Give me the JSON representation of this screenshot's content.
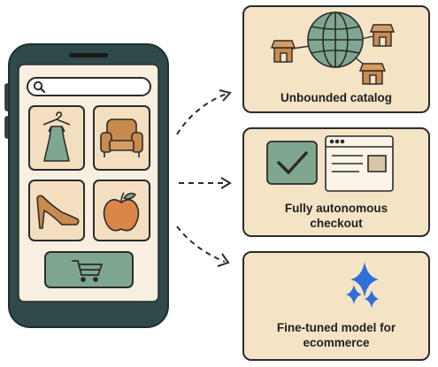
{
  "colors": {
    "phone_body": "#2f4a4a",
    "screen": "#f7efe0",
    "tile": "#f3dfbf",
    "card": "#f5e3c6",
    "accent_green": "#7fa78f",
    "accent_orange": "#c98a4e",
    "star_blue": "#2f6fd6",
    "outline": "#2b2b2b"
  },
  "phone": {
    "search_icon": "search-icon",
    "tiles": [
      {
        "icon": "dress-on-hanger-icon"
      },
      {
        "icon": "armchair-icon"
      },
      {
        "icon": "high-heel-shoe-icon"
      },
      {
        "icon": "apple-icon"
      }
    ],
    "cart_button_icon": "shopping-cart-icon"
  },
  "cards": [
    {
      "label": "Unbounded catalog",
      "icon": "globe-with-stores-icon"
    },
    {
      "label": "Fully autonomous checkout",
      "label_lines": [
        "Fully autonomous",
        "checkout"
      ],
      "icon": "checkbox-and-browser-icon"
    },
    {
      "label": "Fine-tuned model for ecommerce",
      "label_lines": [
        "Fine-tuned model for",
        "ecommerce"
      ],
      "icon": "sparkle-stars-icon"
    }
  ]
}
